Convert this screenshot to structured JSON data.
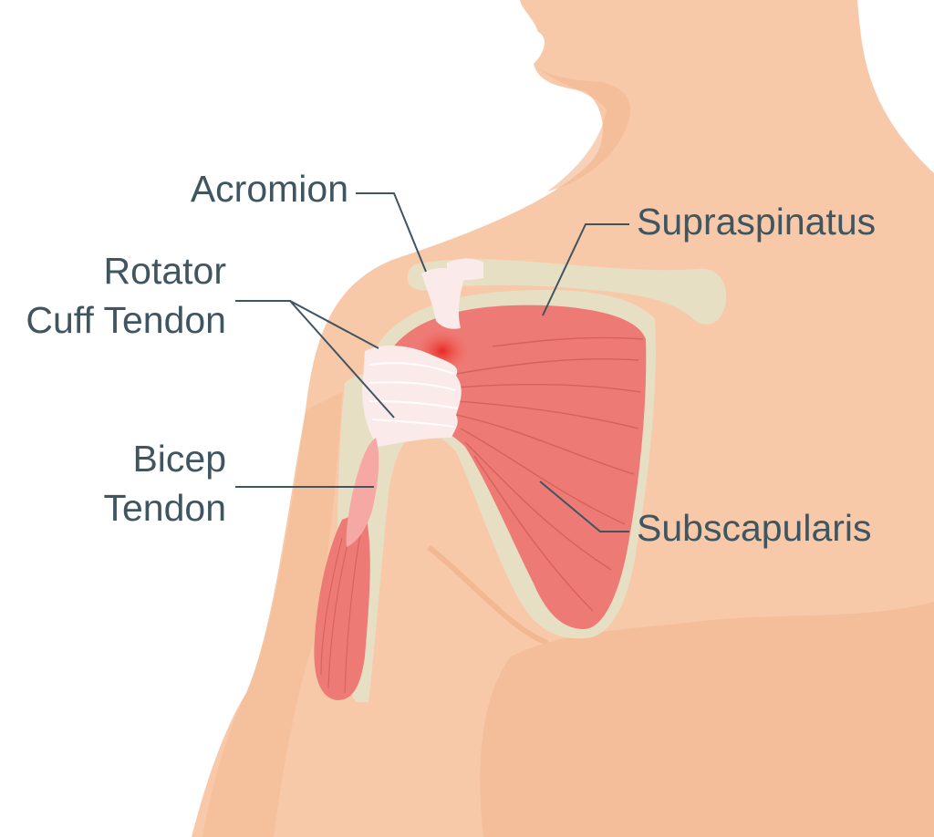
{
  "diagram": {
    "labels": {
      "acromion": "Acromion",
      "supraspinatus": "Supraspinatus",
      "rotator_cuff_line1": "Rotator",
      "rotator_cuff_line2": "Cuff Tendon",
      "bicep_line1": "Bicep",
      "bicep_line2": "Tendon",
      "subscapularis": "Subscapularis"
    },
    "colors": {
      "skin": "#f8c9a8",
      "skin_shade": "#f2b892",
      "bone": "#e7dfc4",
      "muscle": "#ee7a76",
      "muscle_line": "#c95451",
      "tendon": "#fbeaea",
      "inflammation": "#e8241f",
      "label_text": "#3f5560",
      "leader_line": "#3f5560"
    }
  }
}
